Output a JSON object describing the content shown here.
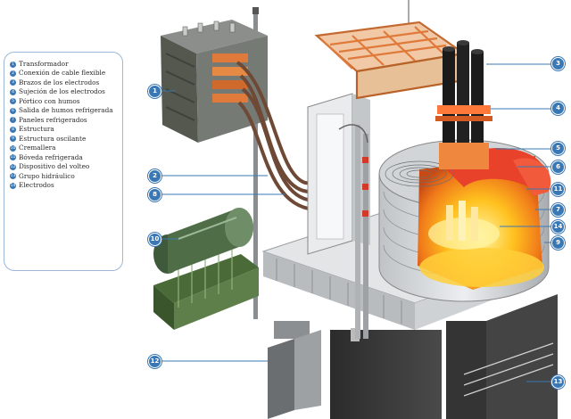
{
  "legend": {
    "items": [
      {
        "num": "1",
        "label": "Transformador"
      },
      {
        "num": "2",
        "label": "Conexión de cable flexible"
      },
      {
        "num": "3",
        "label": "Brazos de los electrodos"
      },
      {
        "num": "4",
        "label": "Sujeción de los electrodos"
      },
      {
        "num": "5",
        "label": "Pórtico con humos"
      },
      {
        "num": "6",
        "label": "Salida de humos refrigerada"
      },
      {
        "num": "7",
        "label": "Paneles refrigerados"
      },
      {
        "num": "8",
        "label": "Estructura"
      },
      {
        "num": "9",
        "label": "Estructura oscilante"
      },
      {
        "num": "10",
        "label": "Cremallera"
      },
      {
        "num": "11",
        "label": "Bóveda refrigerada"
      },
      {
        "num": "12",
        "label": "Dispositivo del volteo"
      },
      {
        "num": "13",
        "label": "Grupo hidráulico"
      },
      {
        "num": "14",
        "label": "Electrodos"
      }
    ]
  },
  "callouts": {
    "c1": "1",
    "c2": "2",
    "c3": "3",
    "c4": "4",
    "c5": "5",
    "c6": "6",
    "c7": "7",
    "c8": "8",
    "c9": "9",
    "c10": "10",
    "c11": "11",
    "c12": "12",
    "c13": "13",
    "c14": "14"
  },
  "colors": {
    "accent": "#3a78b5",
    "molten": "#ffb21f",
    "furnace_shell": "#d8dadc",
    "transformer": "#6c6f6a",
    "hydraulic_group": "#5f7f4a",
    "copper": "#e07a3a"
  }
}
